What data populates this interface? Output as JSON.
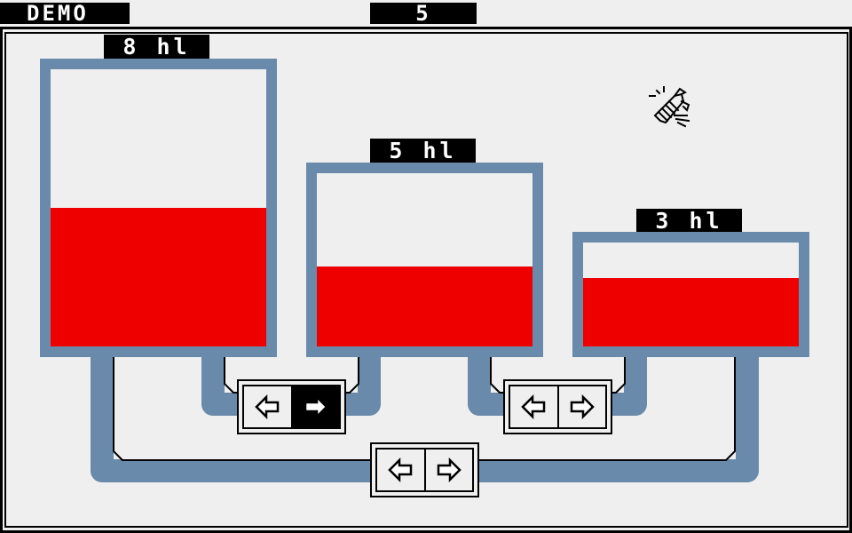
{
  "header": {
    "title": "DEMO",
    "counter": "5"
  },
  "tanks": [
    {
      "label": "8 hl",
      "capacity_hl": 8,
      "fill_fraction": 0.5
    },
    {
      "label": "5 hl",
      "capacity_hl": 5,
      "fill_fraction": 0.46
    },
    {
      "label": "3 hl",
      "capacity_hl": 3,
      "fill_fraction": 0.66
    }
  ],
  "valves": [
    {
      "connects": "8 hl - 5 hl",
      "active_direction": "right"
    },
    {
      "connects": "5 hl - 3 hl",
      "active_direction": "none"
    },
    {
      "connects": "8 hl - 3 hl",
      "active_direction": "none"
    }
  ],
  "colors": {
    "liquid": "#ee0000",
    "tank": "#6a8aab",
    "background": "#efefef",
    "label": "#000000"
  },
  "icons": [
    "arrow-left-icon",
    "arrow-right-icon",
    "bee-icon"
  ]
}
